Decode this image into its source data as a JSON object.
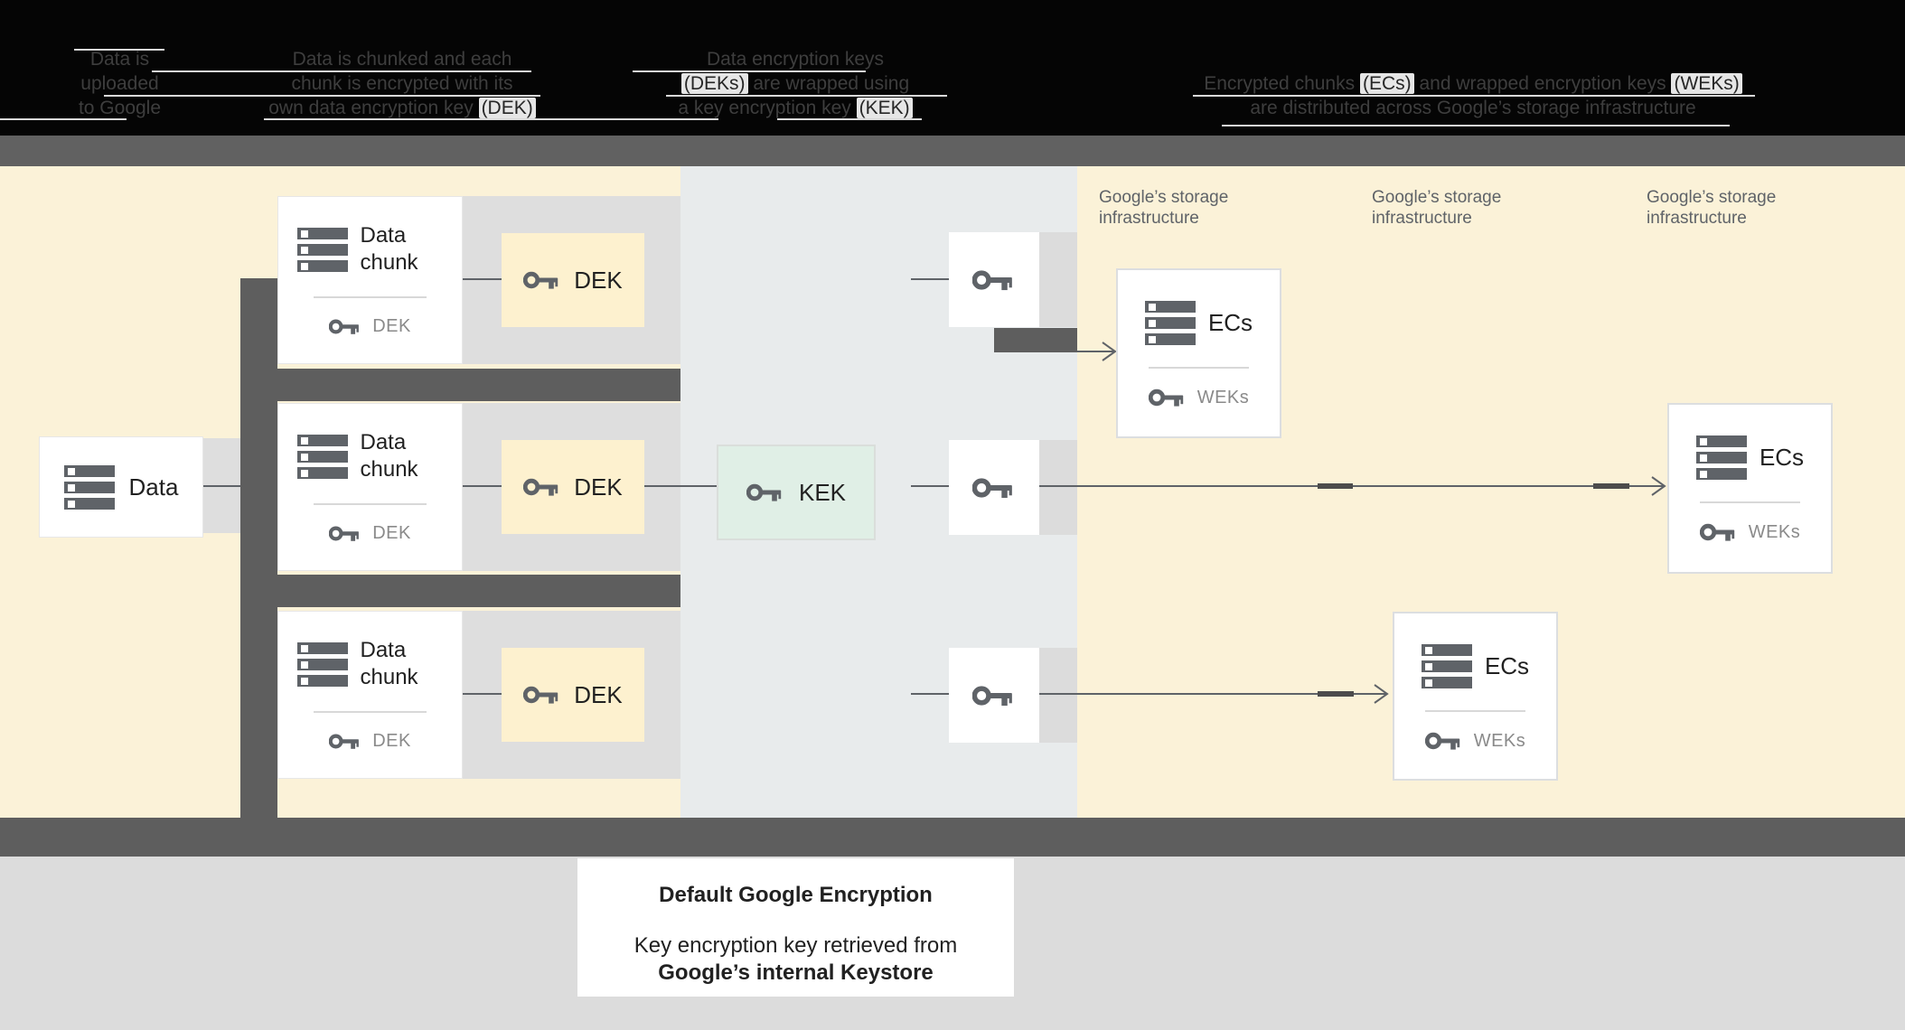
{
  "header": {
    "columns": [
      {
        "lines": [
          [
            {
              "t": "Data is"
            }
          ],
          [
            {
              "t": "uploaded"
            }
          ],
          [
            {
              "t": "to Google"
            }
          ]
        ]
      },
      {
        "lines": [
          [
            {
              "t": "Data is chunked and each"
            }
          ],
          [
            {
              "t": "chunk is encrypted with its"
            }
          ],
          [
            {
              "t": "own data encryption key "
            },
            {
              "t": "(DEK)",
              "hl": true
            }
          ]
        ]
      },
      {
        "lines": [
          [
            {
              "t": "Data encryption keys"
            }
          ],
          [
            {
              "t": "(DEKs)",
              "hl": true
            },
            {
              "t": " are wrapped using"
            }
          ],
          [
            {
              "t": "a key encryption key "
            },
            {
              "t": "(KEK)",
              "hl": true
            }
          ]
        ]
      },
      {
        "lines": [
          [
            {
              "t": "Encrypted chunks "
            },
            {
              "t": "(ECs)",
              "hl": true
            },
            {
              "t": " and wrapped encryption keys "
            },
            {
              "t": "(WEKs)",
              "hl": true
            }
          ],
          [
            {
              "t": "are distributed across Google’s storage infrastructure"
            }
          ]
        ]
      }
    ]
  },
  "diagram": {
    "data_card": {
      "label": "Data"
    },
    "chunk_card": {
      "label": "Data chunk",
      "key_label": "DEK"
    },
    "dek_box": {
      "label": "DEK"
    },
    "kek_box": {
      "label": "KEK"
    },
    "storage_label": "Google’s storage infrastructure",
    "ecs_card": {
      "label": "ECs",
      "key_label": "WEKs"
    }
  },
  "caption": {
    "title": "Default Google Encryption",
    "line1": "Key encryption key retrieved from",
    "line2": "Google’s internal Keystore"
  },
  "colors": {
    "cream_bg": "#fbf2d8",
    "middle_bg": "#e8ebec",
    "panel_gray": "#dedede",
    "dark_gray_bar": "#5e5e5e",
    "icon_gray": "#5f6368",
    "kek_fill": "#e0efe6",
    "footer_gray": "#dcdcdc"
  }
}
